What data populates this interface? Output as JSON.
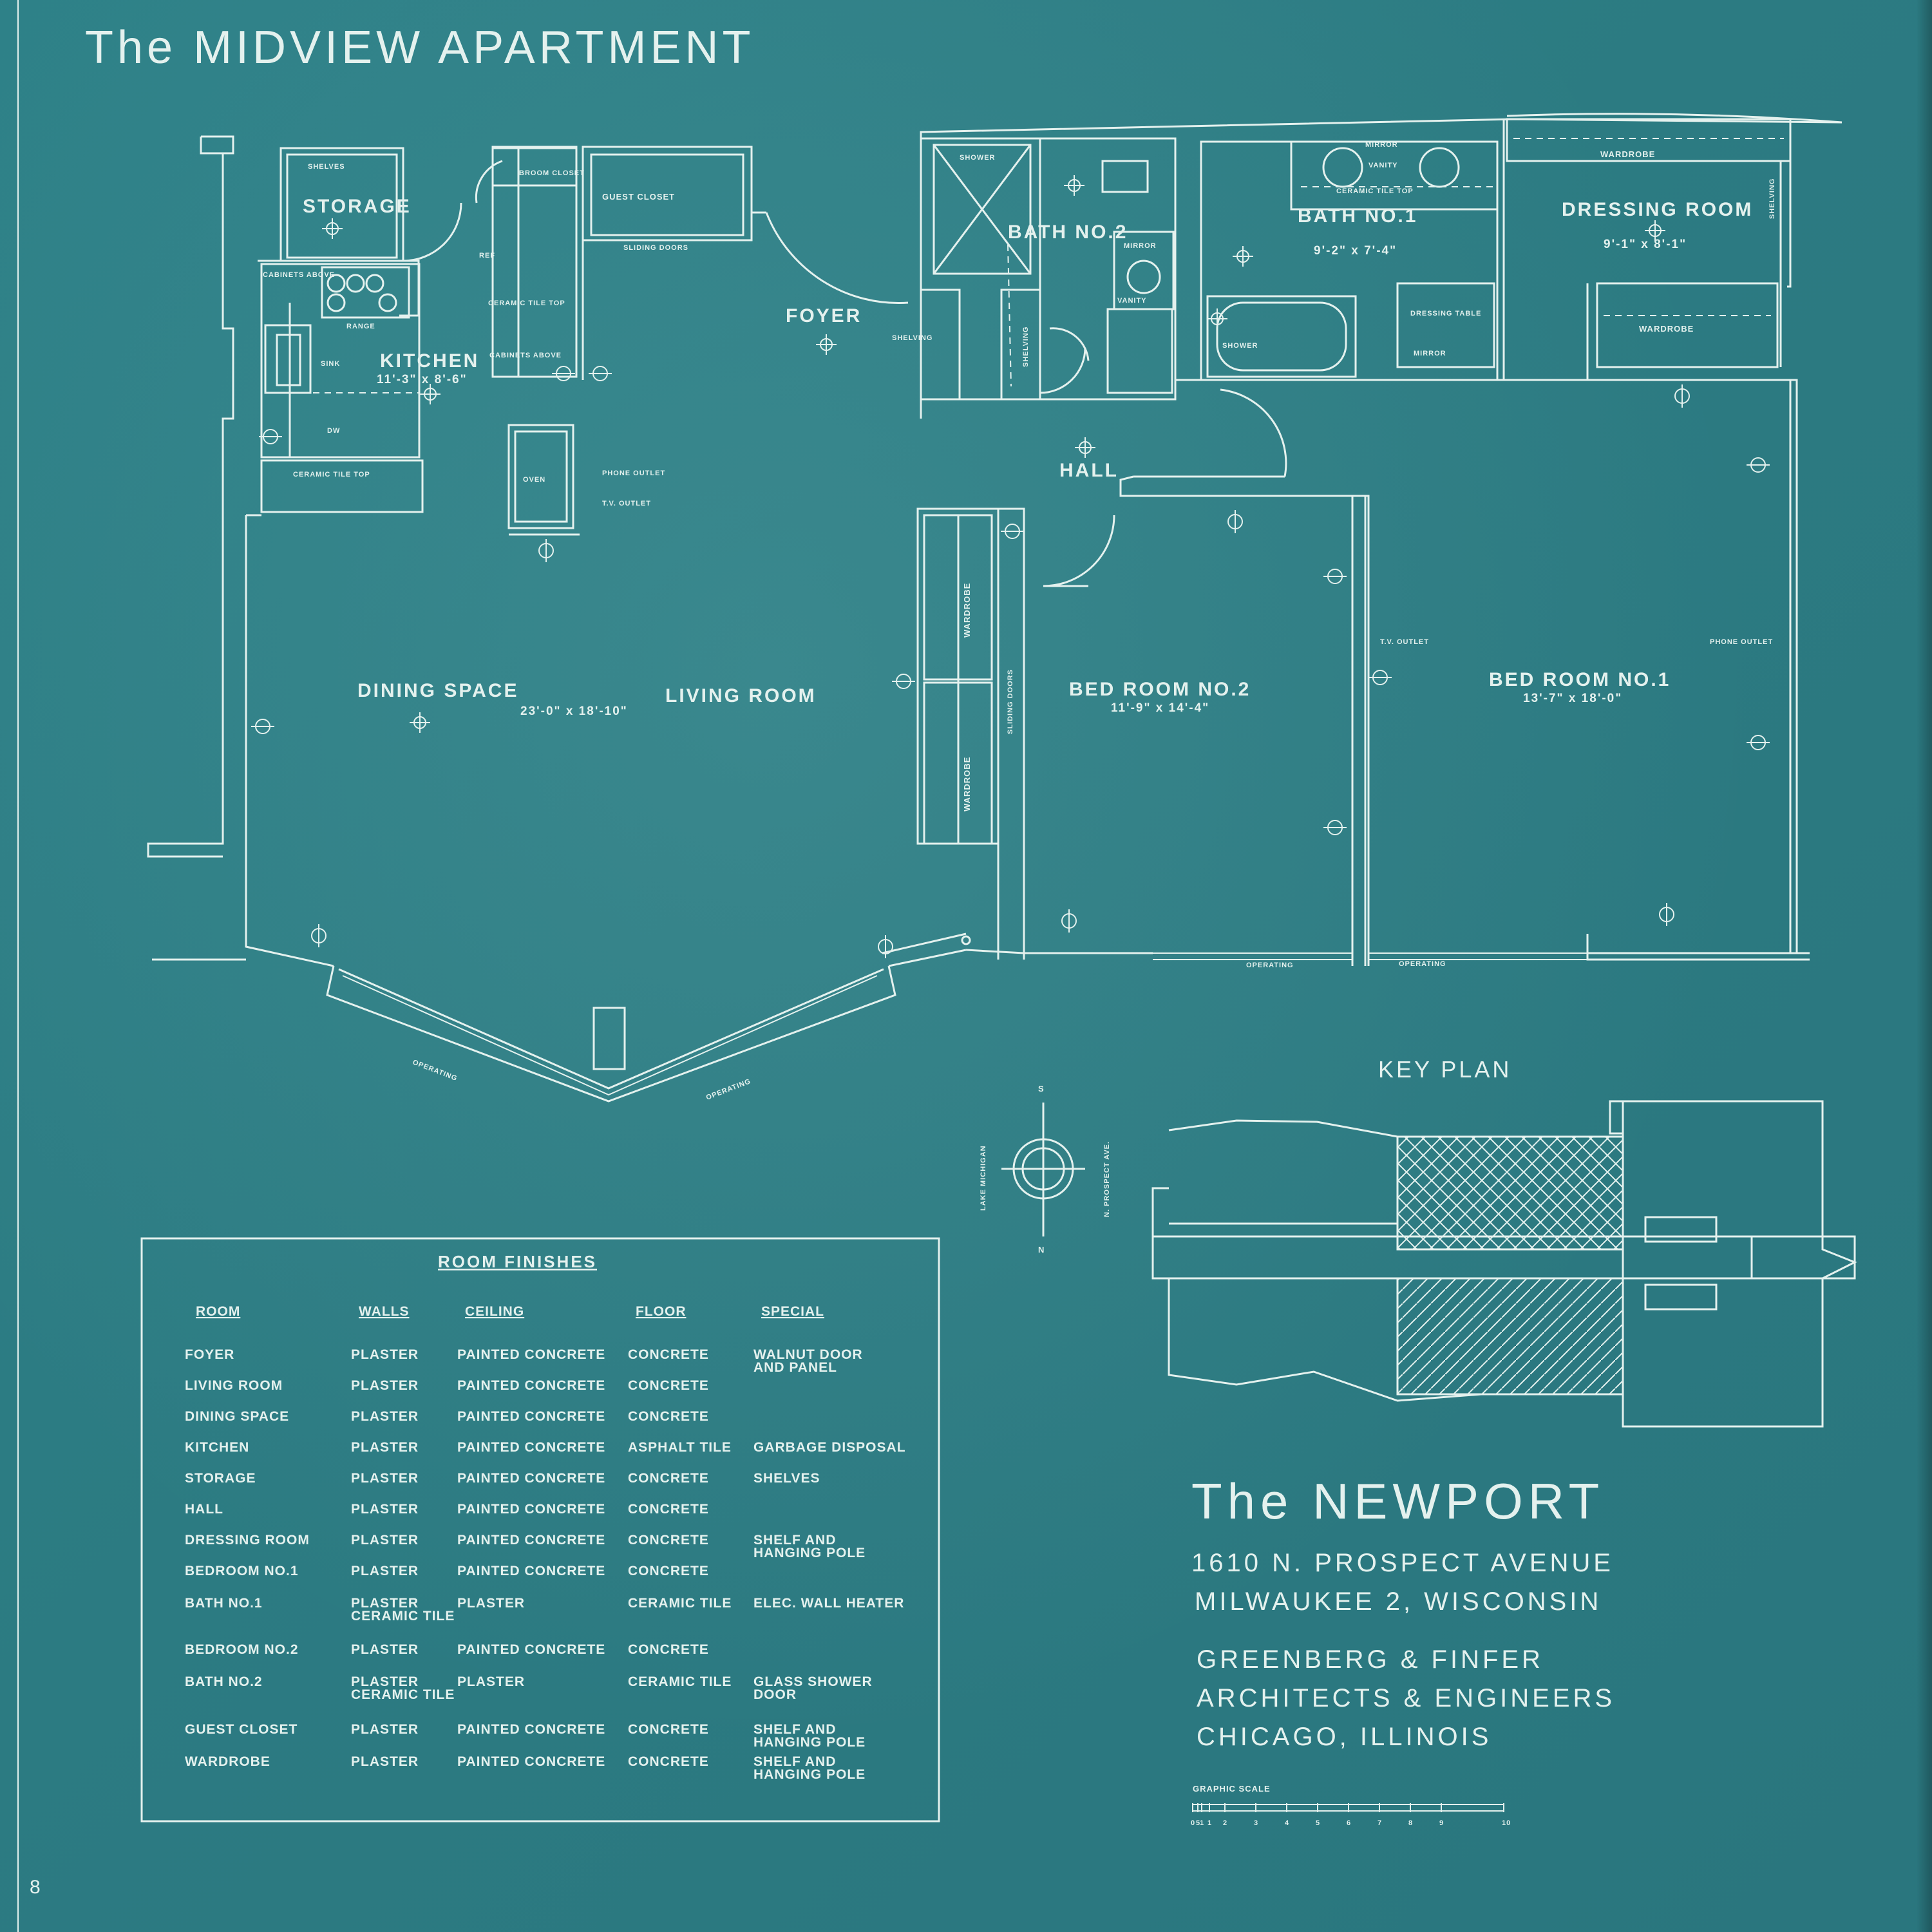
{
  "title": "The MIDVIEW APARTMENT",
  "page_number": "8",
  "rooms": {
    "storage": "STORAGE",
    "kitchen": "KITCHEN",
    "kitchen_dim": "11'-3\" x 8'-6\"",
    "foyer": "FOYER",
    "bath2": "BATH NO.2",
    "bath1": "BATH NO.1",
    "bath1_dim": "9'-2\" x 7'-4\"",
    "dressing": "DRESSING ROOM",
    "dressing_dim": "9'-1\" x 8'-1\"",
    "hall": "HALL",
    "dining": "DINING SPACE",
    "living": "LIVING ROOM",
    "living_dim": "23'-0\" x 18'-10\"",
    "bed2": "BED ROOM NO.2",
    "bed2_dim": "11'-9\" x 14'-4\"",
    "bed1": "BED ROOM NO.1",
    "bed1_dim": "13'-7\" x 18'-0\""
  },
  "labels": {
    "shelves": "SHELVES",
    "broom_closet": "BROOM CLOSET",
    "guest_closet": "GUEST CLOSET",
    "sliding_doors": "SLIDING DOORS",
    "ref": "REF",
    "cabinets_above": "CABINETS ABOVE",
    "range": "RANGE",
    "sink": "SINK",
    "dw": "DW",
    "ceramic_tile_top": "CERAMIC TILE TOP",
    "ceramic_tile_top_short": "CERAMIC TILE TOP",
    "cabinets_above2": "CABINETS ABOVE",
    "oven": "OVEN",
    "phone_outlet": "PHONE OUTLET",
    "tv_outlet": "T.V. OUTLET",
    "shower": "SHOWER",
    "shelving": "SHELVING",
    "mirror": "MIRROR",
    "vanity": "VANITY",
    "wardrobe": "WARDROBE",
    "dressing_table": "DRESSING TABLE",
    "operating": "OPERATING",
    "tv_outlet2": "T.V. OUTLET",
    "phone_outlet2": "PHONE OUTLET"
  },
  "compass": {
    "south": "S",
    "north": "N",
    "lake": "LAKE MICHIGAN",
    "avenue": "N. PROSPECT AVE."
  },
  "key_plan": "KEY PLAN",
  "finishes": {
    "title": "ROOM FINISHES",
    "headers": [
      "ROOM",
      "WALLS",
      "CEILING",
      "FLOOR",
      "SPECIAL"
    ],
    "rows": [
      {
        "room": "FOYER",
        "walls": [
          "PLASTER"
        ],
        "ceiling": "PAINTED CONCRETE",
        "floor": "CONCRETE",
        "special": [
          "WALNUT DOOR",
          "AND PANEL"
        ]
      },
      {
        "room": "LIVING ROOM",
        "walls": [
          "PLASTER"
        ],
        "ceiling": "PAINTED CONCRETE",
        "floor": "CONCRETE",
        "special": []
      },
      {
        "room": "DINING SPACE",
        "walls": [
          "PLASTER"
        ],
        "ceiling": "PAINTED CONCRETE",
        "floor": "CONCRETE",
        "special": []
      },
      {
        "room": "KITCHEN",
        "walls": [
          "PLASTER"
        ],
        "ceiling": "PAINTED CONCRETE",
        "floor": "ASPHALT TILE",
        "special": [
          "GARBAGE DISPOSAL"
        ]
      },
      {
        "room": "STORAGE",
        "walls": [
          "PLASTER"
        ],
        "ceiling": "PAINTED CONCRETE",
        "floor": "CONCRETE",
        "special": [
          "SHELVES"
        ]
      },
      {
        "room": "HALL",
        "walls": [
          "PLASTER"
        ],
        "ceiling": "PAINTED CONCRETE",
        "floor": "CONCRETE",
        "special": []
      },
      {
        "room": "DRESSING ROOM",
        "walls": [
          "PLASTER"
        ],
        "ceiling": "PAINTED CONCRETE",
        "floor": "CONCRETE",
        "special": [
          "SHELF AND",
          "HANGING POLE"
        ]
      },
      {
        "room": "BEDROOM NO.1",
        "walls": [
          "PLASTER"
        ],
        "ceiling": "PAINTED CONCRETE",
        "floor": "CONCRETE",
        "special": []
      },
      {
        "room": "BATH NO.1",
        "walls": [
          "PLASTER",
          "CERAMIC TILE"
        ],
        "ceiling": "PLASTER",
        "floor": "CERAMIC TILE",
        "special": [
          "ELEC. WALL HEATER"
        ]
      },
      {
        "room": "BEDROOM NO.2",
        "walls": [
          "PLASTER"
        ],
        "ceiling": "PAINTED CONCRETE",
        "floor": "CONCRETE",
        "special": []
      },
      {
        "room": "BATH NO.2",
        "walls": [
          "PLASTER",
          "CERAMIC TILE"
        ],
        "ceiling": "PLASTER",
        "floor": "CERAMIC TILE",
        "special": [
          "GLASS SHOWER",
          "DOOR"
        ]
      },
      {
        "room": "GUEST CLOSET",
        "walls": [
          "PLASTER"
        ],
        "ceiling": "PAINTED CONCRETE",
        "floor": "CONCRETE",
        "special": [
          "SHELF AND",
          "HANGING POLE"
        ]
      },
      {
        "room": "WARDROBE",
        "walls": [
          "PLASTER"
        ],
        "ceiling": "PAINTED CONCRETE",
        "floor": "CONCRETE",
        "special": [
          "SHELF AND",
          "HANGING POLE"
        ]
      }
    ]
  },
  "building": {
    "name": "The NEWPORT",
    "address1": "1610 N. PROSPECT AVENUE",
    "address2": "MILWAUKEE 2, WISCONSIN",
    "firm1": "GREENBERG & FINFER",
    "firm2": "ARCHITECTS & ENGINEERS",
    "firm3": "CHICAGO, ILLINOIS"
  },
  "graphic_scale": {
    "label": "GRAPHIC SCALE",
    "ticks": [
      "0",
      "5",
      "1",
      "1",
      "2",
      "3",
      "4",
      "5",
      "6",
      "7",
      "8",
      "9",
      "10"
    ]
  },
  "colors": {
    "paper": "#2e7f86",
    "ink": "#e4f1ee"
  }
}
